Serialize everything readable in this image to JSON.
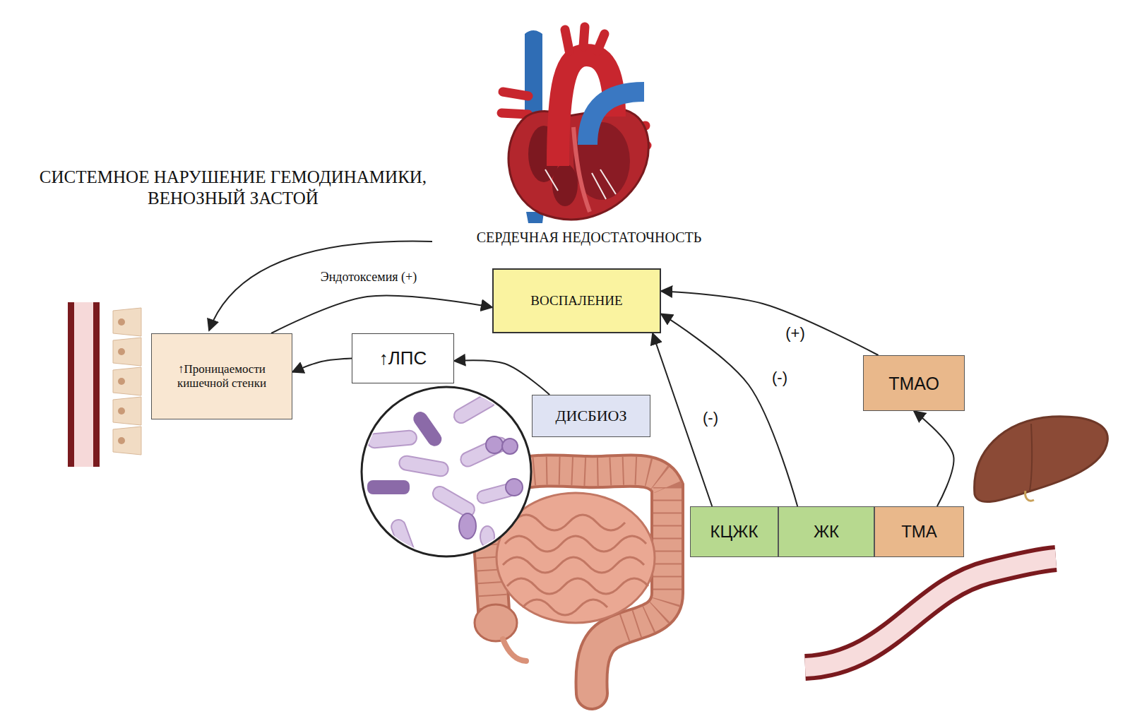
{
  "diagram": {
    "nodes": [
      {
        "text": [
          "ВОСПАЛЕНИЕ"
        ]
      },
      {
        "text": [
          "↑Проницаемости кишечной стенки"
        ]
      },
      {
        "text": [
          "↑ЛПС"
        ]
      },
      {
        "text": [
          "ДИСБИОЗ"
        ]
      },
      {
        "text": [
          "ТМАО"
        ]
      },
      {
        "text": [
          "КЦЖК"
        ]
      },
      {
        "text": [
          "ЖК"
        ]
      },
      {
        "text": [
          "ТМА"
        ]
      }
    ],
    "edges": [
      {
        "from": 1,
        "to": 0,
        "label": "Эндотоксемия (+)",
        "arrow": "to"
      },
      {
        "from": 2,
        "to": 1,
        "arrow": "to"
      },
      {
        "from": 3,
        "to": 2,
        "arrow": "to"
      },
      {
        "from": 4,
        "to": 0,
        "label": "(+)",
        "arrow": "to"
      },
      {
        "from": 6,
        "to": 0,
        "label": "(-)",
        "arrow": "to"
      },
      {
        "from": 5,
        "to": 0,
        "label": "(-)",
        "arrow": "to"
      },
      {
        "from": 7,
        "to": 4,
        "arrow": "to"
      }
    ],
    "labels": [
      "СИСТЕМНОЕ НАРУШЕНИЕ ГЕМОДИНАМИКИ, ВЕНОЗНЫЙ ЗАСТОЙ",
      "СЕРДЕЧНАЯ НЕДОСТАТОЧНОСТЬ"
    ]
  }
}
